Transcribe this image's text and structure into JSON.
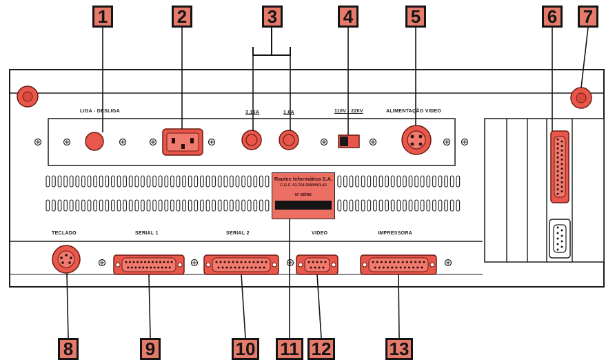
{
  "callouts": [
    "1",
    "2",
    "3",
    "4",
    "5",
    "6",
    "7",
    "8",
    "9",
    "10",
    "11",
    "12",
    "13"
  ],
  "labels": {
    "power_switch": "LIGA - DESLIGA",
    "fuse_a": "3,15A",
    "fuse_b": "1,6A",
    "voltage": "110V - 220V",
    "video_power": "ALIMENTAÇÃO VIDEO",
    "keyboard": "TECLADO",
    "serial1": "SERIAL 1",
    "serial2": "SERIAL 2",
    "video": "VIDEO",
    "printer": "IMPRESSORA"
  },
  "nameplate": {
    "company": "Rautec Informática S.A.",
    "cgc": "C.G.C. 51.764.058/0001-42",
    "serial_label": "Nº SÉRIE"
  },
  "colors": {
    "accent_red": "#e8574a",
    "callout_fill": "#e67b6b",
    "ink": "#141414",
    "panel": "#ffffff"
  }
}
